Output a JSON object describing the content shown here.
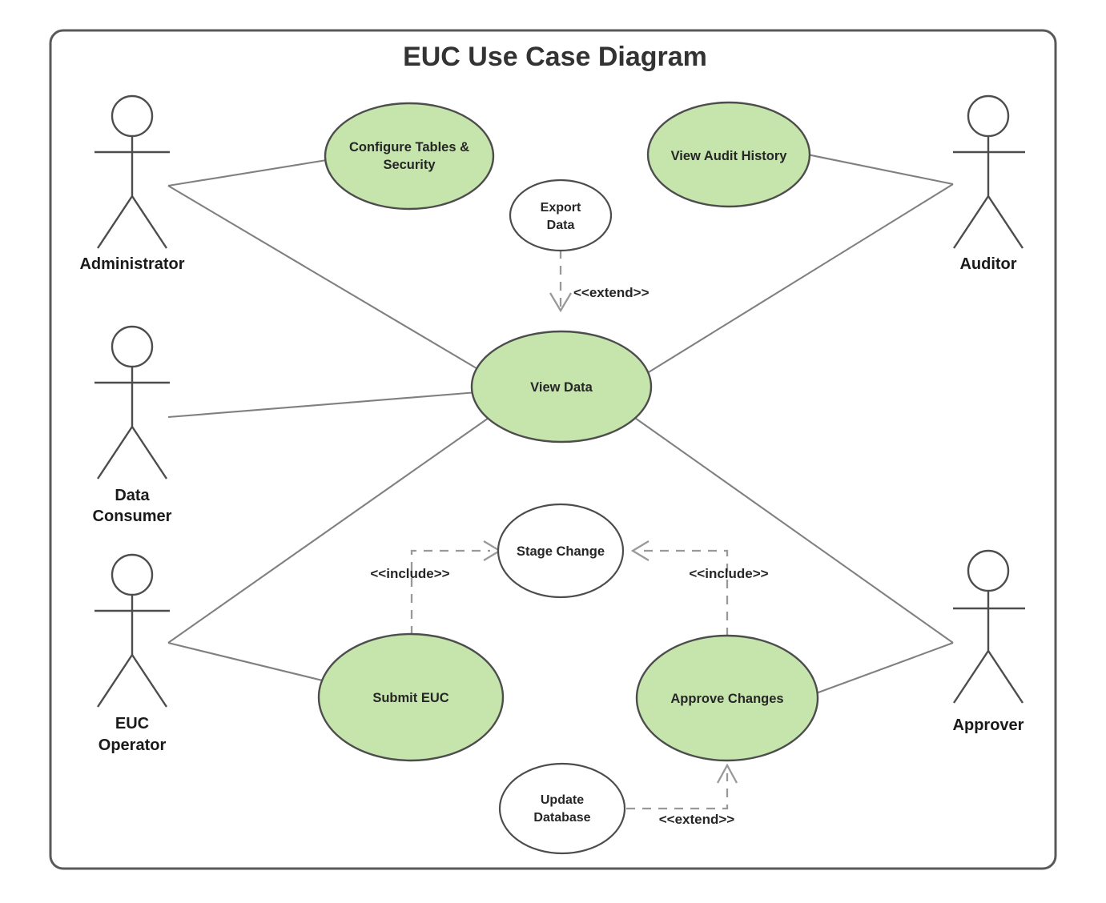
{
  "diagram": {
    "title": "EUC Use Case Diagram",
    "frame": {
      "label": "diagram-frame"
    },
    "colors": {
      "highlight_fill": "#c5e5ac",
      "plain_fill": "#ffffff",
      "shape_stroke": "#4d4d4d",
      "association_stroke": "#808080",
      "relationship_stroke": "#999999",
      "title_color": "#333333",
      "background": "#ffffff"
    },
    "actors": [
      {
        "id": "administrator",
        "name": "Administrator",
        "lines": [
          "Administrator"
        ]
      },
      {
        "id": "data-consumer",
        "name": "Data Consumer",
        "lines": [
          "Data",
          "Consumer"
        ]
      },
      {
        "id": "euc-operator",
        "name": "EUC Operator",
        "lines": [
          "EUC",
          "Operator"
        ]
      },
      {
        "id": "auditor",
        "name": "Auditor",
        "lines": [
          "Auditor"
        ]
      },
      {
        "id": "approver",
        "name": "Approver",
        "lines": [
          "Approver"
        ]
      }
    ],
    "use_cases": [
      {
        "id": "configure-tables-security",
        "name": "Configure Tables & Security",
        "lines": [
          "Configure Tables &",
          "Security"
        ],
        "fill": "highlight"
      },
      {
        "id": "view-audit-history",
        "name": "View Audit History",
        "lines": [
          "View Audit History"
        ],
        "fill": "highlight"
      },
      {
        "id": "export-data",
        "name": "Export Data",
        "lines": [
          "Export",
          "Data"
        ],
        "fill": "plain"
      },
      {
        "id": "view-data",
        "name": "View Data",
        "lines": [
          "View Data"
        ],
        "fill": "highlight"
      },
      {
        "id": "stage-change",
        "name": "Stage Change",
        "lines": [
          "Stage Change"
        ],
        "fill": "plain"
      },
      {
        "id": "submit-euc",
        "name": "Submit EUC",
        "lines": [
          "Submit EUC"
        ],
        "fill": "highlight"
      },
      {
        "id": "approve-changes",
        "name": "Approve Changes",
        "lines": [
          "Approve Changes"
        ],
        "fill": "highlight"
      },
      {
        "id": "update-database",
        "name": "Update Database",
        "lines": [
          "Update",
          "Database"
        ],
        "fill": "plain"
      }
    ],
    "associations": [
      {
        "from": "administrator",
        "to": "configure-tables-security"
      },
      {
        "from": "administrator",
        "to": "view-data"
      },
      {
        "from": "data-consumer",
        "to": "view-data"
      },
      {
        "from": "auditor",
        "to": "view-audit-history"
      },
      {
        "from": "auditor",
        "to": "view-data"
      },
      {
        "from": "euc-operator",
        "to": "view-data"
      },
      {
        "from": "euc-operator",
        "to": "submit-euc"
      },
      {
        "from": "approver",
        "to": "view-data"
      },
      {
        "from": "approver",
        "to": "approve-changes"
      }
    ],
    "relationships": [
      {
        "id": "extend-export-data",
        "from": "export-data",
        "to": "view-data",
        "stereotype": "<<extend>>"
      },
      {
        "id": "include-submit-euc",
        "from": "submit-euc",
        "to": "stage-change",
        "stereotype": "<<include>>"
      },
      {
        "id": "include-approve-changes",
        "from": "approve-changes",
        "to": "stage-change",
        "stereotype": "<<include>>"
      },
      {
        "id": "extend-update-database",
        "from": "update-database",
        "to": "approve-changes",
        "stereotype": "<<extend>>"
      }
    ]
  }
}
